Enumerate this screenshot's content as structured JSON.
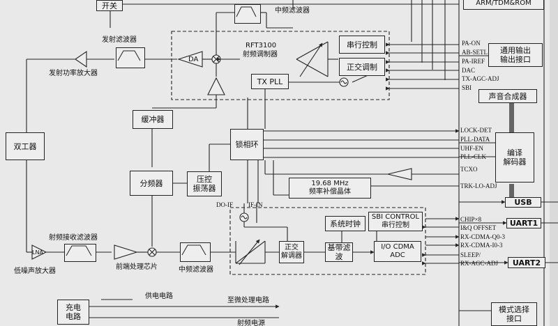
{
  "blocks": {
    "switch": "开关",
    "if_filter_top": "中频滤波器",
    "tx_filter": "发射滤波器",
    "tx_pa": "发射功率放大器",
    "da": "DA",
    "rft_line1": "RFT3100",
    "rft_line2": "射频调制器",
    "serial_ctrl": "串行控制",
    "quad_mod": "正交调制",
    "tx_pll": "TX PLL",
    "buffer": "缓冲器",
    "duplexer": "双工器",
    "pll": "锁相环",
    "divider": "分频器",
    "vco": "压控\n振荡器",
    "crystal": "19.68 MHz\n频率补偿晶体",
    "arm": "ARM/TDM&ROM",
    "gpio": "通用输出\n输出接口",
    "voice_synth": "声音合成器",
    "codec": "编译\n解码器",
    "usb": "USB",
    "uart1": "UART1",
    "uart2": "UART2",
    "mode_select": "模式选择\n接口",
    "rx_filter": "射频接收滤波器",
    "lna": "LNA",
    "lna_label": "低噪声放大器",
    "frontend": "前端处理芯片",
    "if_filter_bottom": "中频滤波器",
    "quad_demod": "正交\n解调器",
    "sys_clock": "系统时钟",
    "sbi_control": "SBI CONTROL\n串行控制",
    "baseband_filter": "基带滤波",
    "io_cdma": "I/O CDMA\nADC",
    "charge": "充电\n电路",
    "power_label": "供电电路",
    "to_mcu": "至微处理电路",
    "rf_power": "射频电源"
  },
  "signals": {
    "pa_on": "PA-ON",
    "ab_setl": "AB-SETL",
    "pa_iref": "PA-IREF",
    "dac": "DAC",
    "tx_agc_adj": "TX-AGC-ADJ",
    "sbi": "SBI",
    "lock_det": "LOCK-DET",
    "pll_data": "PLL-DATA",
    "uhf_en": "UHF-EN",
    "pll_clk": "PLL-CLK",
    "tcxo": "TCXO",
    "trk_lo_adj": "TRK-LO-ADJ",
    "do_if": "DO-IF",
    "if_in": "IF-IN",
    "chip_x8": "CHIP×8",
    "iq_offset": "I&Q OFFSET",
    "rx_cdma_q": "RX-CDMA-Q0-3",
    "rx_cdma_i": "RX-CDMA-I0-3",
    "sleep": "SLEEP/",
    "rx_agc_adj": "RX-AGC-ADJ"
  }
}
